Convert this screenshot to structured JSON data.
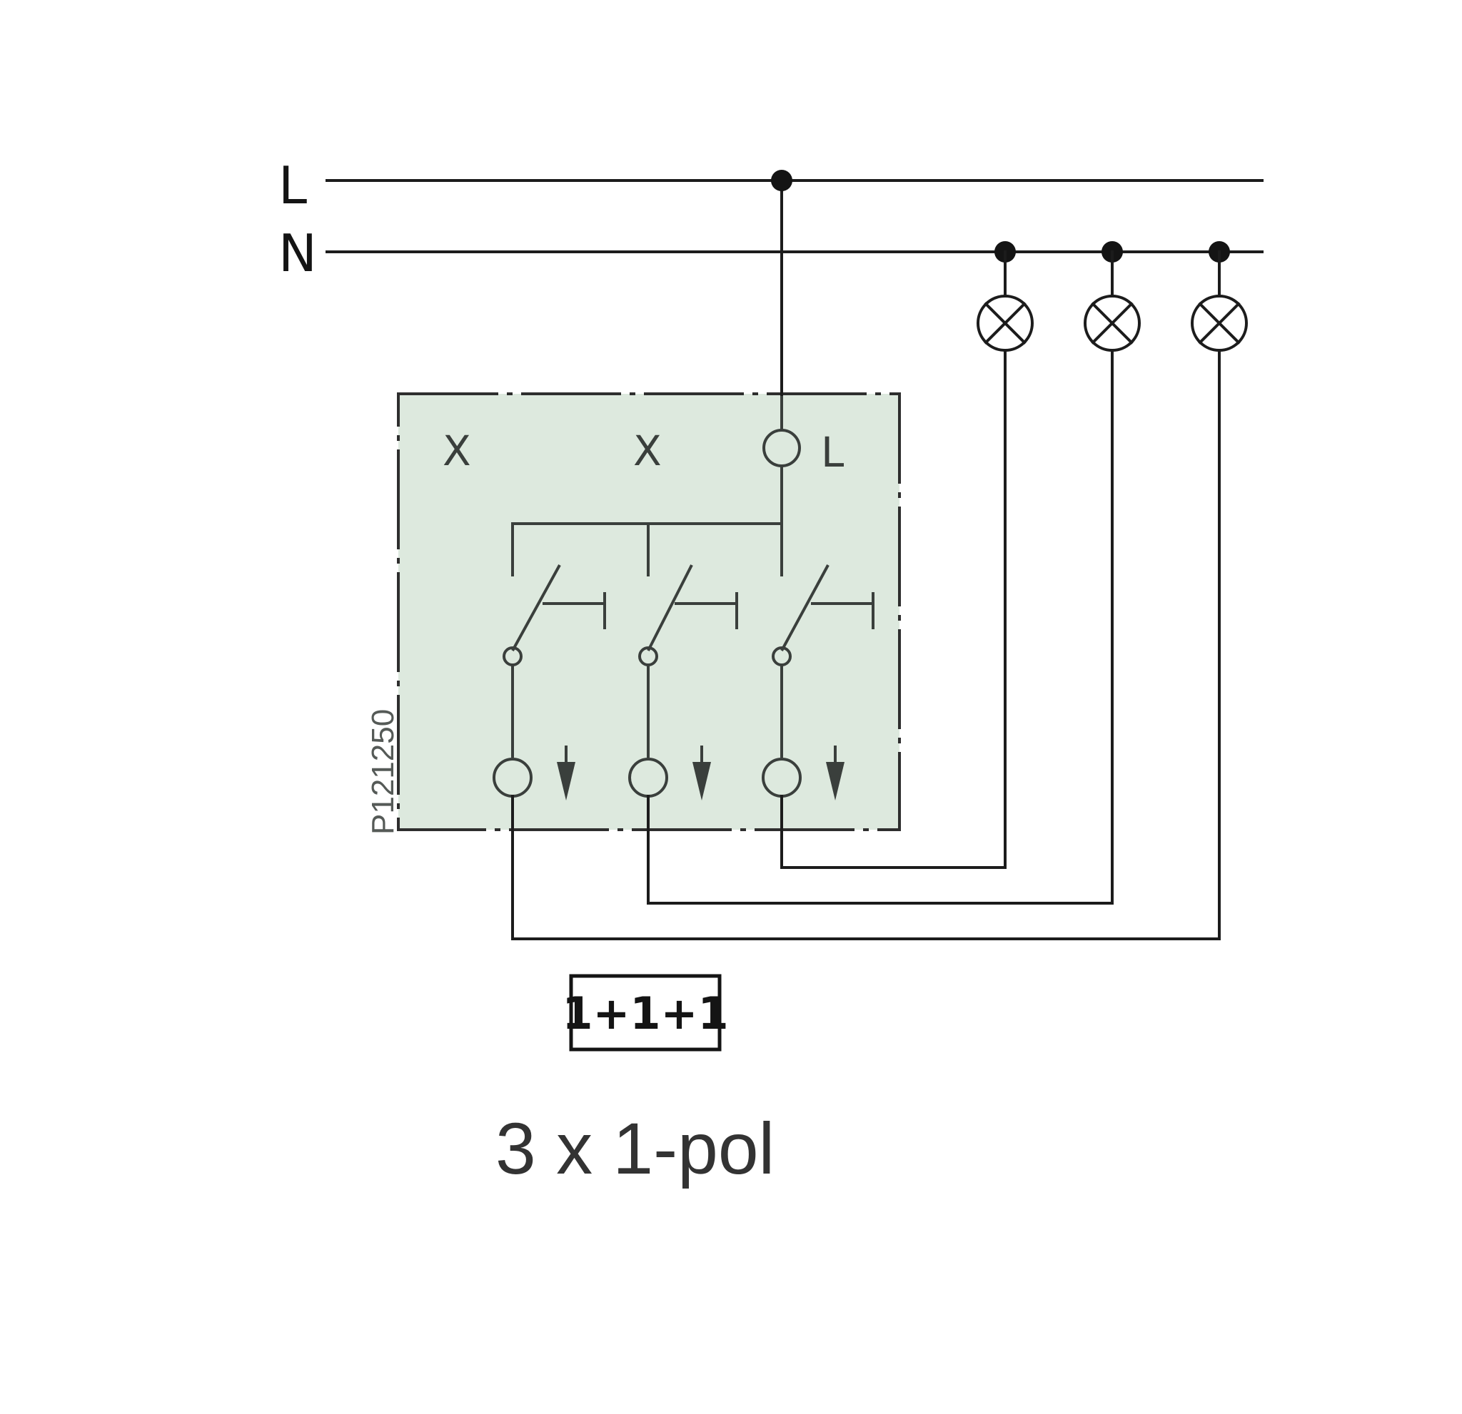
{
  "lines": {
    "phase": "L",
    "neutral": "N"
  },
  "device": {
    "terminals": [
      "X",
      "X",
      "L"
    ],
    "code": "P121250",
    "fill_color": "#dde9de"
  },
  "lamps": [
    "lamp-1",
    "lamp-2",
    "lamp-3"
  ],
  "badge": "1+1+1",
  "caption": "3 x 1-pol"
}
